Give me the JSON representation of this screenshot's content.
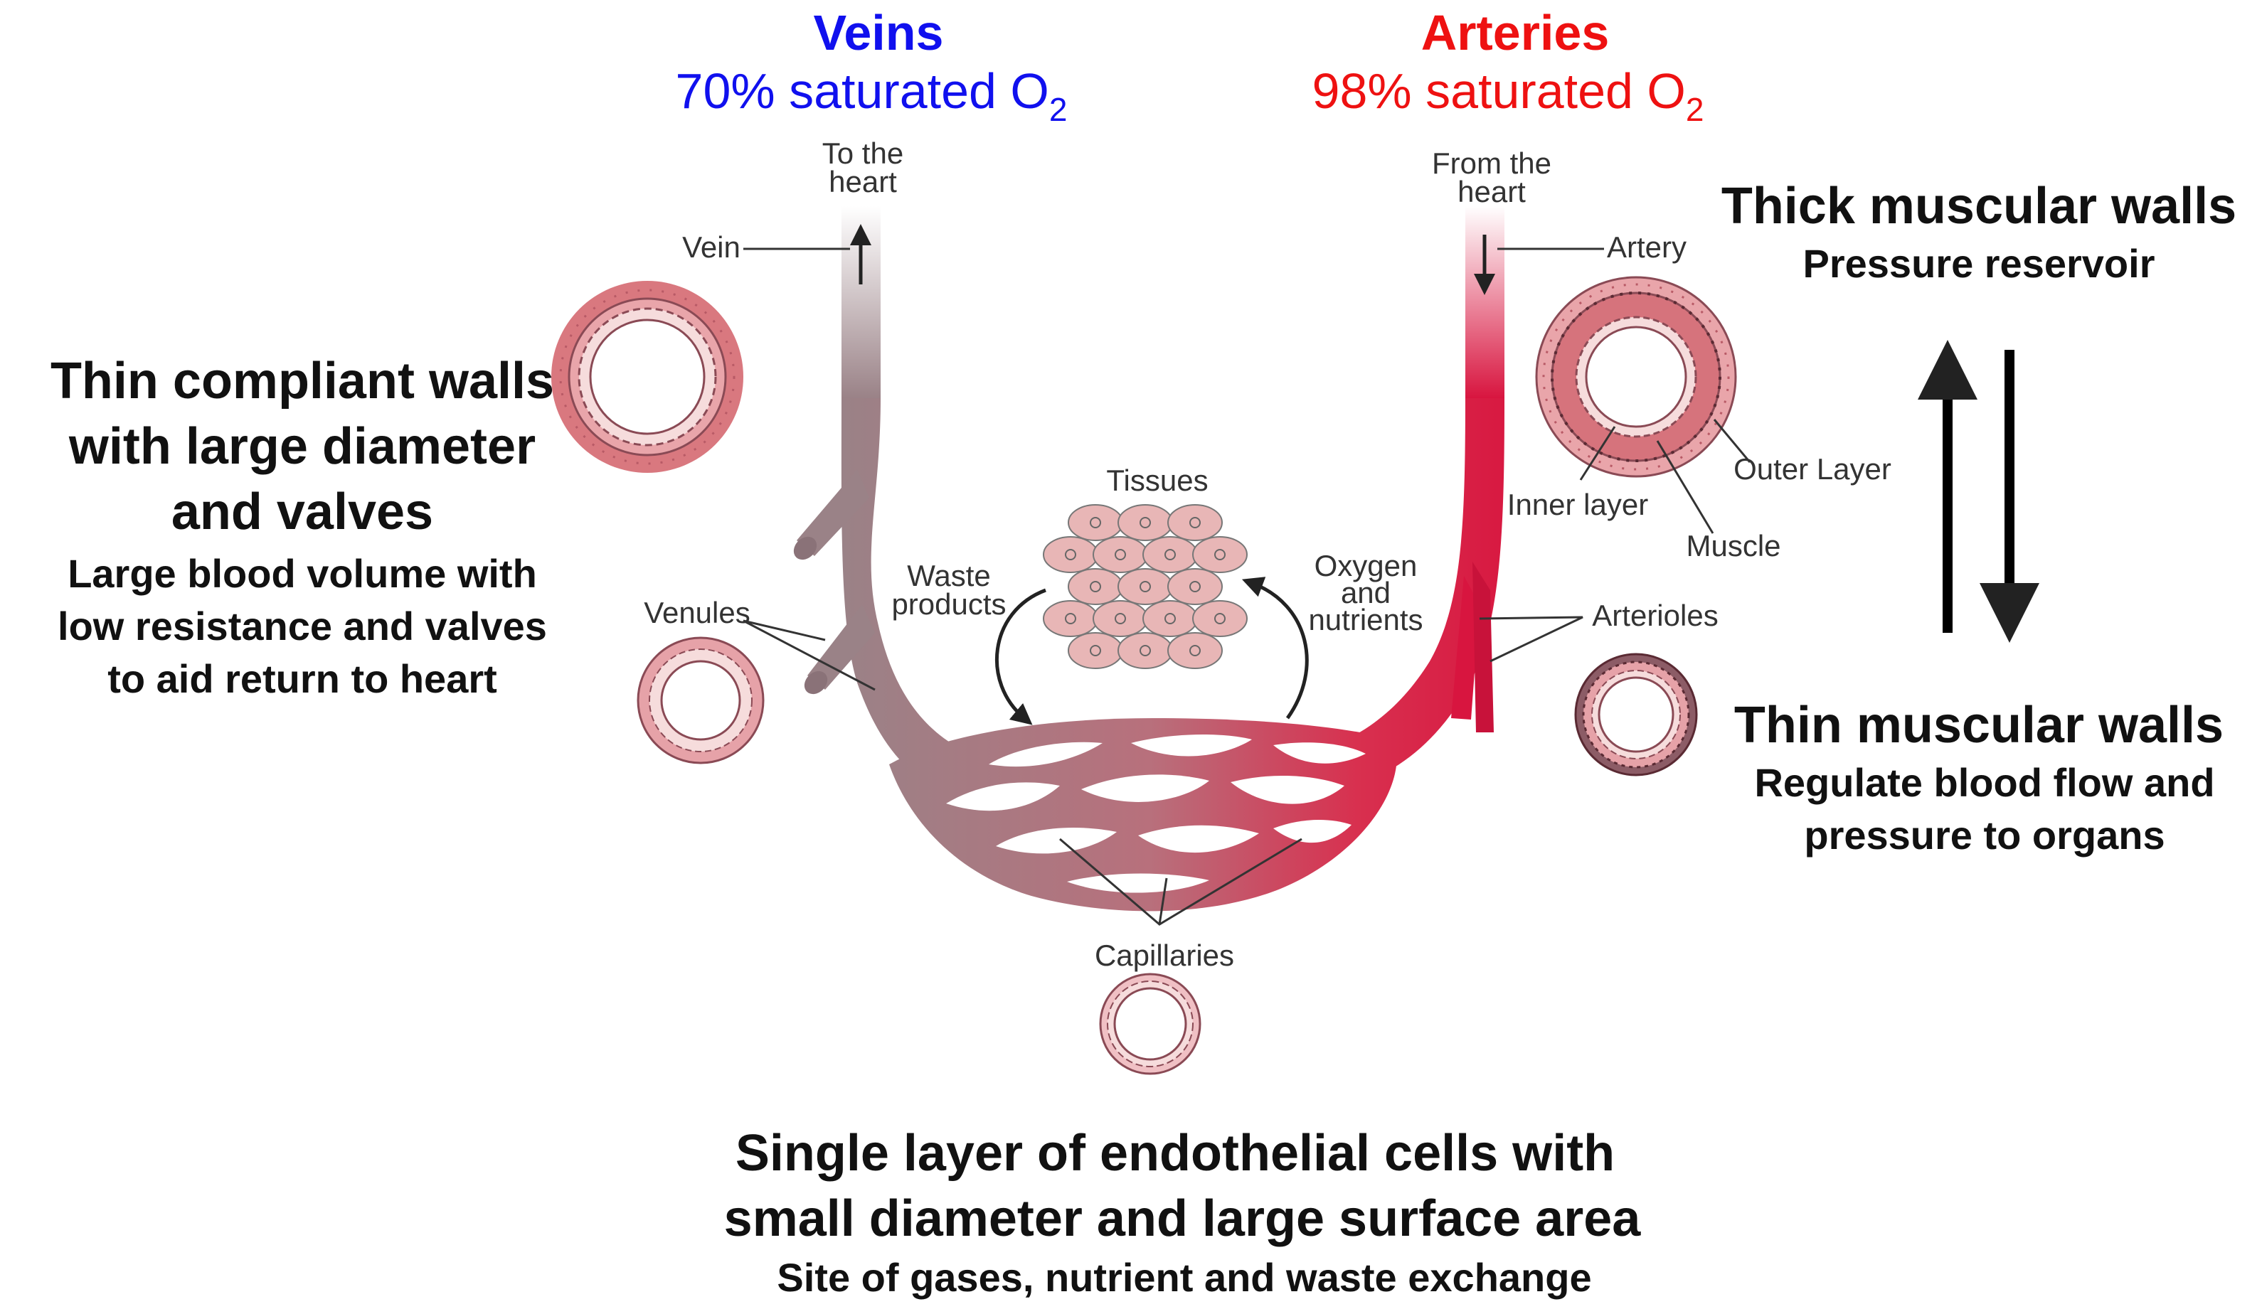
{
  "headers": {
    "veins_title": "Veins",
    "veins_sat": "70% saturated O",
    "veins_sub": "2",
    "arteries_title": "Arteries",
    "arteries_sat": "98% saturated O",
    "arteries_sub": "2"
  },
  "left_text": {
    "line1": "Thin compliant walls",
    "line2": "with large diameter",
    "line3": "and valves",
    "sub1": "Large blood volume with",
    "sub2": "low resistance and valves",
    "sub3": "to aid return to heart"
  },
  "right_text": {
    "thick_title": "Thick muscular walls",
    "thick_sub": "Pressure reservoir",
    "thin_title": "Thin muscular walls",
    "thin_sub1": "Regulate blood flow and",
    "thin_sub2": "pressure to organs"
  },
  "bottom_text": {
    "line1": "Single layer of endothelial cells with",
    "line2": "small diameter and large surface area",
    "sub": "Site of gases, nutrient and waste exchange"
  },
  "labels": {
    "to_heart_1": "To the",
    "to_heart_2": "heart",
    "from_heart_1": "From the",
    "from_heart_2": "heart",
    "vein": "Vein",
    "artery": "Artery",
    "venules": "Venules",
    "arterioles": "Arterioles",
    "tissues": "Tissues",
    "waste_1": "Waste",
    "waste_2": "products",
    "oxygen_1": "Oxygen",
    "oxygen_2": "and",
    "oxygen_3": "nutrients",
    "outer_layer": "Outer Layer",
    "inner_layer": "Inner layer",
    "muscle": "Muscle",
    "capillaries": "Capillaries"
  },
  "colors": {
    "veins": "#1010ee",
    "arteries": "#ee1111",
    "vein_vessel": "#9a8287",
    "artery_vessel": "#d8153f",
    "tissue": "#e8b6b6"
  }
}
